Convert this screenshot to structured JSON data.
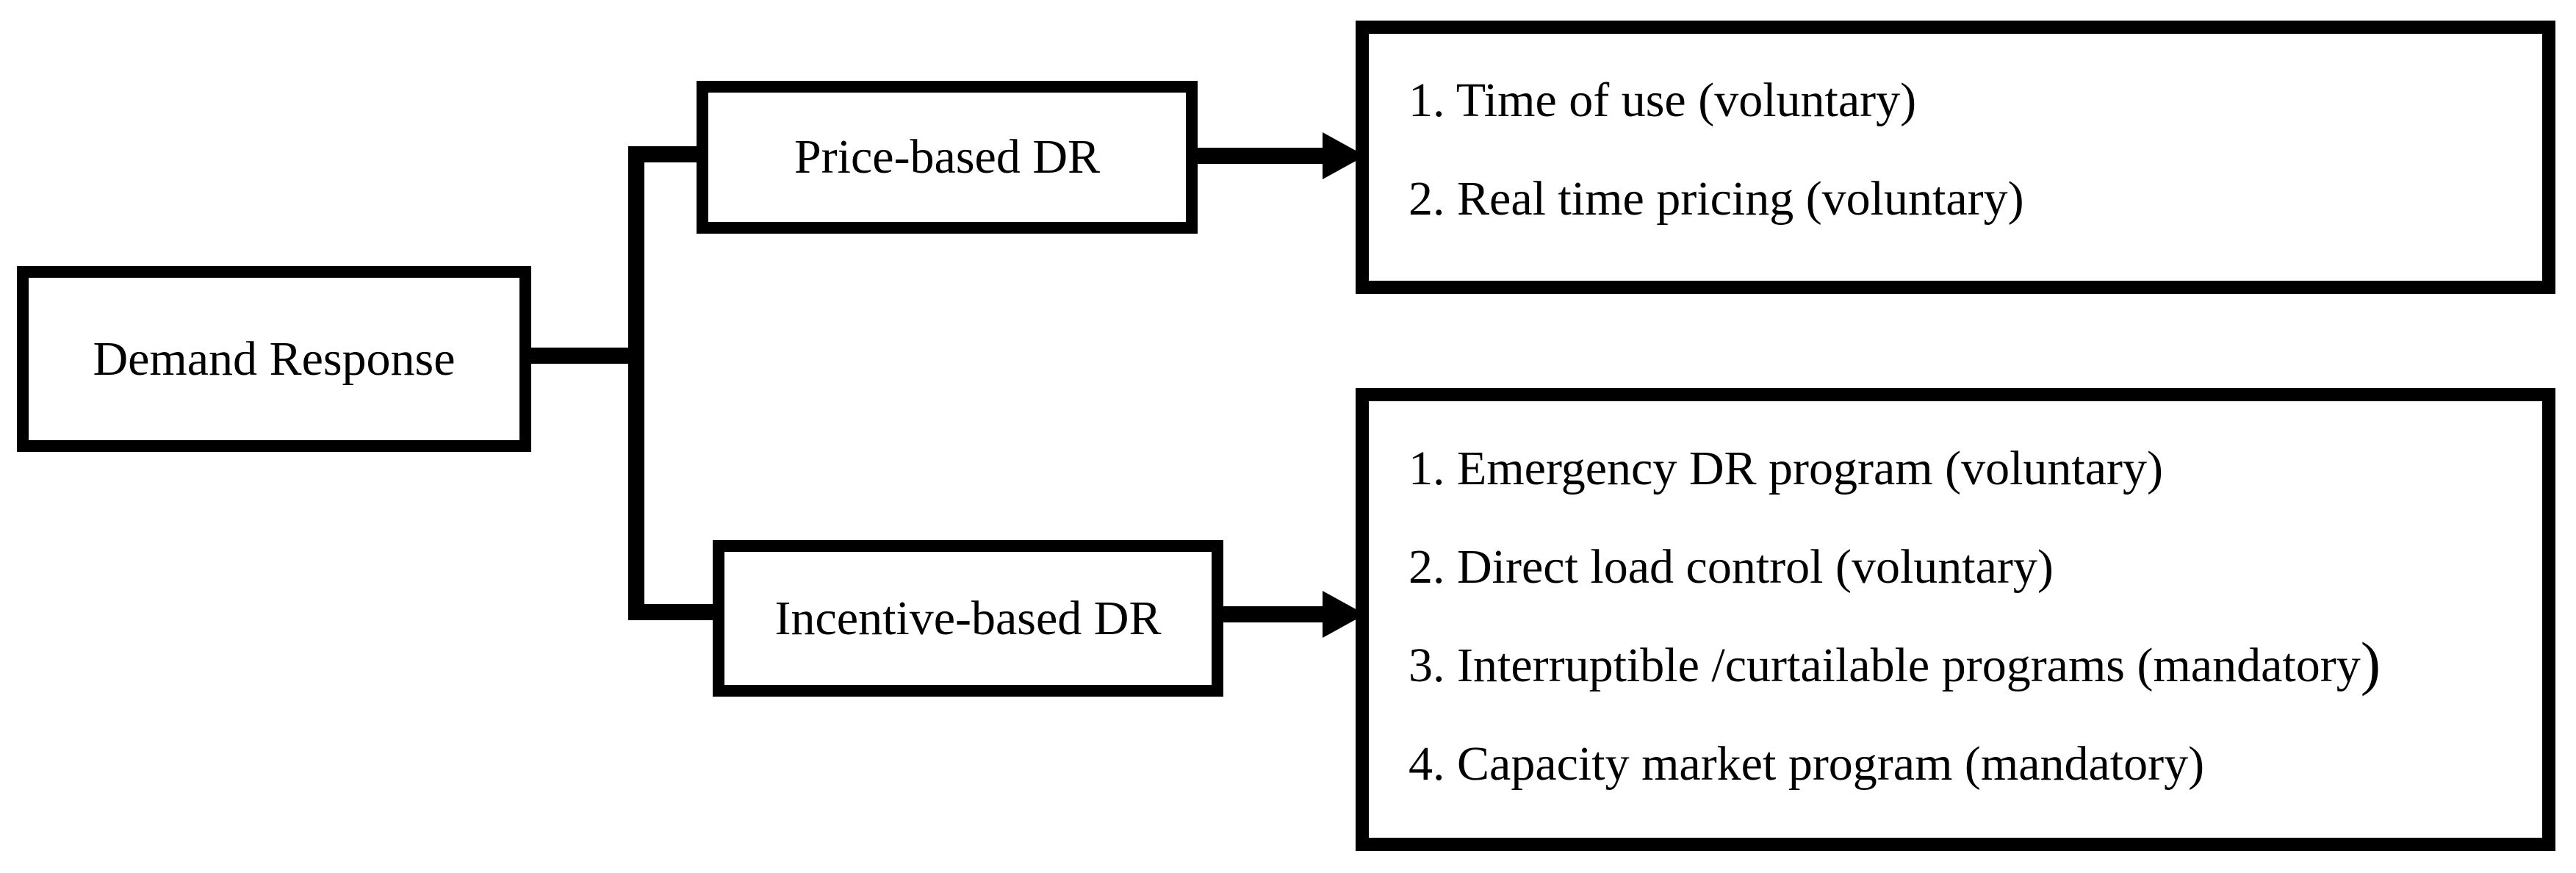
{
  "diagram": {
    "background_color": "#ffffff",
    "line_color": "#000000",
    "text_color": "#000000",
    "root": {
      "label": "Demand Response"
    },
    "branches": [
      {
        "label": "Price-based DR",
        "items": [
          {
            "text": "1. Time of use (voluntary)",
            "suffix": ""
          },
          {
            "text": "2. Real time pricing (voluntary)",
            "suffix": ""
          }
        ]
      },
      {
        "label": "Incentive-based DR",
        "items": [
          {
            "text": "1. Emergency DR program (voluntary)",
            "suffix": ""
          },
          {
            "text": "2. Direct load control (voluntary)",
            "suffix": ""
          },
          {
            "text": "3. Interruptible /curtailable programs (mandatory",
            "suffix": ")"
          },
          {
            "text": "4. Capacity market program (mandatory)",
            "suffix": ""
          }
        ]
      }
    ]
  }
}
